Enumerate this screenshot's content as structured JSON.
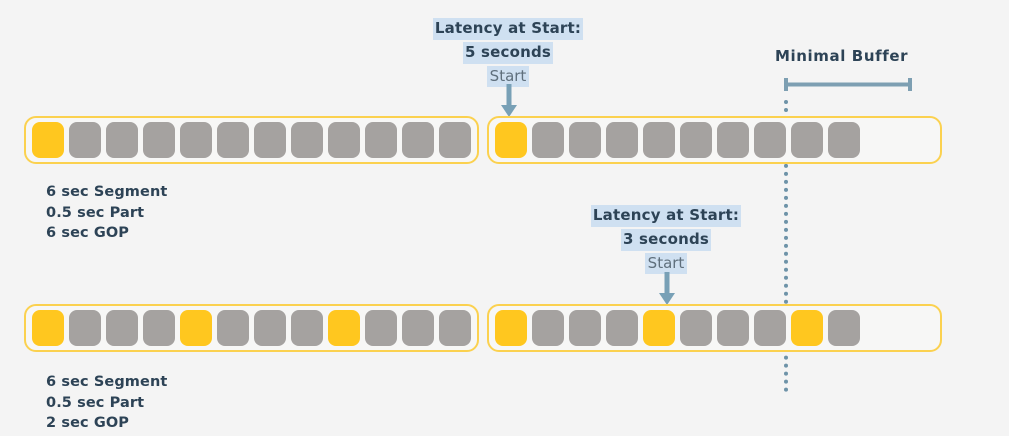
{
  "colors": {
    "background": "#f4f4f4",
    "key_frame_yellow": "#ffc71f",
    "part_gray": "#a5a2a0",
    "segment_border": "#fbd14f",
    "text_dark": "#2d4356",
    "highlight_blue": "#cfe0f1",
    "arrow_steel": "#6e93a8",
    "dotted_line": "#6e93a8"
  },
  "annotations": {
    "latency_top": {
      "line1": "Latency at Start:",
      "line2": "5 seconds",
      "start_label": "Start"
    },
    "latency_bottom": {
      "line1": "Latency at Start:",
      "line2": "3 seconds",
      "start_label": "Start"
    },
    "minimal_buffer": {
      "label": "Minimal Buffer"
    }
  },
  "timelines": [
    {
      "id": "timeline-6-sec-gop",
      "caption": {
        "line1": "6 sec Segment",
        "line2": "0.5 sec Part",
        "line3": "6 sec GOP"
      },
      "segments": [
        {
          "id": "segment-1",
          "parts": [
            "key",
            "gray",
            "gray",
            "gray",
            "gray",
            "gray",
            "gray",
            "gray",
            "gray",
            "gray",
            "gray",
            "gray"
          ]
        },
        {
          "id": "segment-2",
          "parts": [
            "key",
            "gray",
            "gray",
            "gray",
            "gray",
            "gray",
            "gray",
            "gray",
            "gray",
            "gray",
            "empty",
            "empty"
          ]
        }
      ]
    },
    {
      "id": "timeline-2-sec-gop",
      "caption": {
        "line1": "6 sec Segment",
        "line2": "0.5 sec Part",
        "line3": "2 sec GOP"
      },
      "segments": [
        {
          "id": "segment-1",
          "parts": [
            "key",
            "gray",
            "gray",
            "gray",
            "key",
            "gray",
            "gray",
            "gray",
            "key",
            "gray",
            "gray",
            "gray"
          ]
        },
        {
          "id": "segment-2",
          "parts": [
            "key",
            "gray",
            "gray",
            "gray",
            "key",
            "gray",
            "gray",
            "gray",
            "key",
            "gray",
            "empty",
            "empty"
          ]
        }
      ]
    }
  ]
}
